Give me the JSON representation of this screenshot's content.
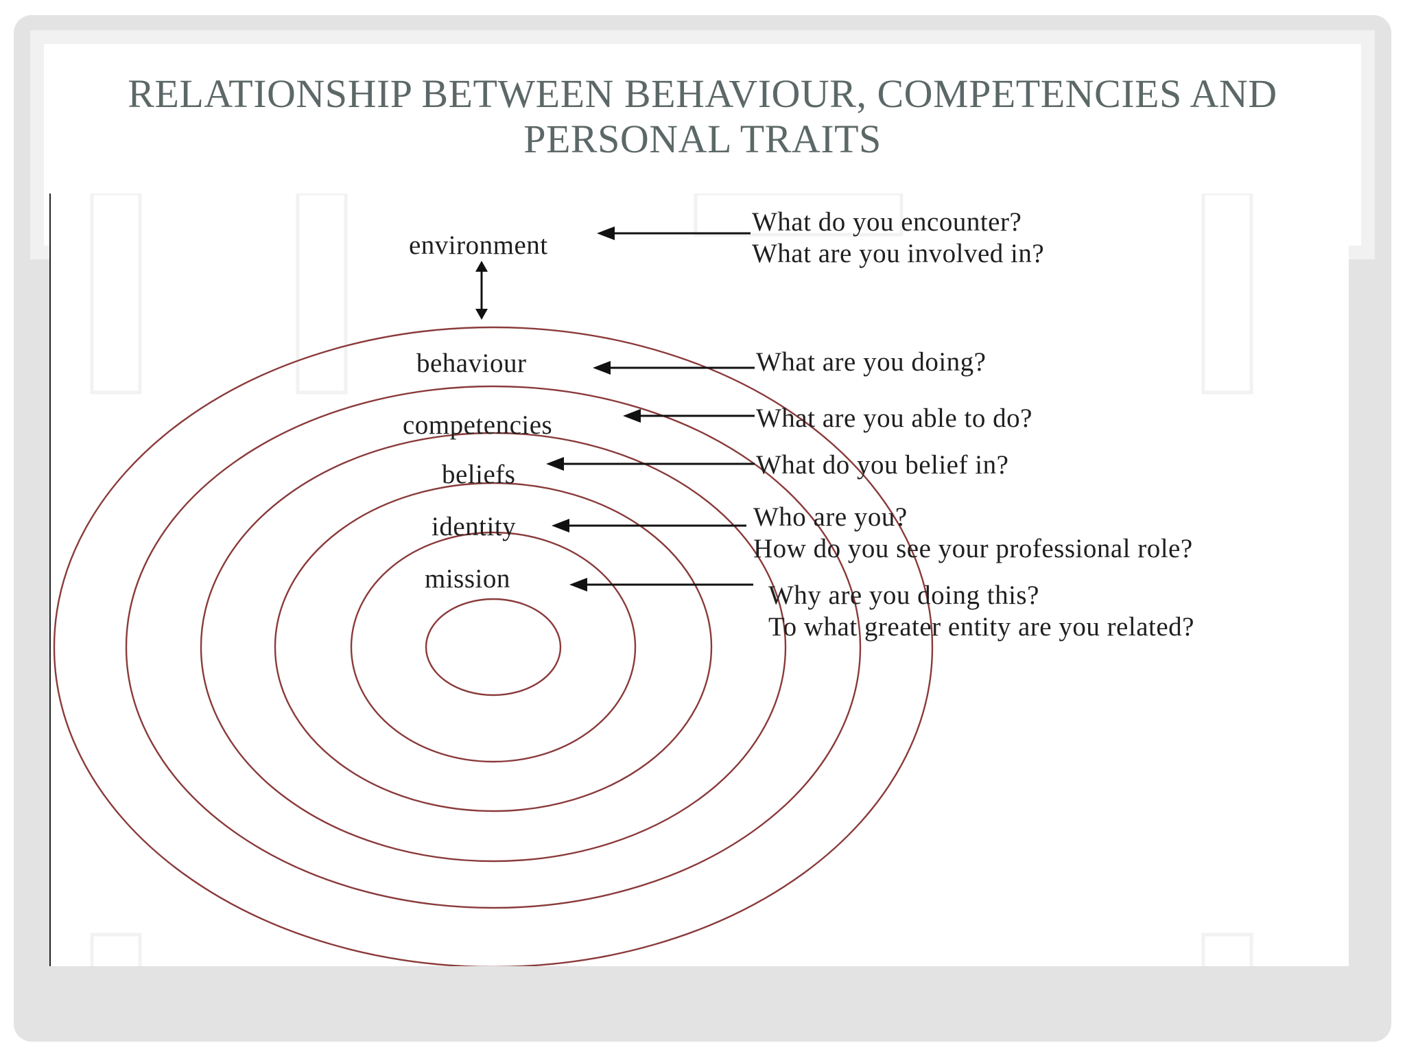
{
  "slide": {
    "title": "RELATIONSHIP BETWEEN BEHAVIOUR, COMPETENCIES AND PERSONAL TRAITS"
  },
  "diagram": {
    "levels": [
      {
        "label": "environment"
      },
      {
        "label": "behaviour"
      },
      {
        "label": "competencies"
      },
      {
        "label": "beliefs"
      },
      {
        "label": "identity"
      },
      {
        "label": "mission"
      }
    ],
    "questions": [
      {
        "line1": "What do you encounter?",
        "line2": "What are you involved in?"
      },
      {
        "line1": "What are you doing?"
      },
      {
        "line1": "What are you able to do?"
      },
      {
        "line1": "What do you belief in?"
      },
      {
        "line1": "Who are you?",
        "line2": "How do you see your professional role?"
      },
      {
        "line1": "Why are you doing this?",
        "line2": "To what greater entity are you related?"
      }
    ],
    "ring_color": "#8a3a3a"
  }
}
